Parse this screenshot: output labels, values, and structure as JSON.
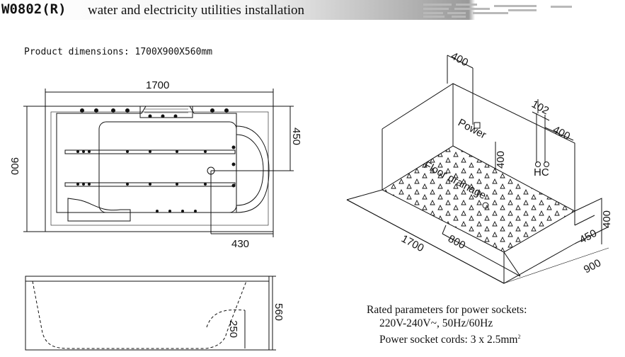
{
  "header": {
    "model_code": "W0802(R)",
    "title": "water and electricity utilities installation"
  },
  "product": {
    "dimensions_line": "Product dimensions: 1700X900X560mm"
  },
  "top_view": {
    "length": "1700",
    "width": "900",
    "offset_450": "450",
    "offset_430": "430"
  },
  "side_view": {
    "height": "560",
    "depth": "250"
  },
  "installation_view": {
    "dim_400_top": "400",
    "label_power": "Power",
    "dim_400_power": "400",
    "dim_102": "102",
    "dim_400_hc": "400",
    "label_hc": "HC",
    "label_floor_drainage": "Floor drainage",
    "dim_1700": "1700",
    "dim_800": "800",
    "dim_450": "450",
    "dim_900": "900",
    "dim_400_right": "400"
  },
  "rated": {
    "heading": "Rated parameters for power sockets:",
    "voltage": "220V-240V~,  50Hz/60Hz",
    "cords_prefix": "Power socket cords: 3 x 2.5mm",
    "cords_sup": "2"
  }
}
